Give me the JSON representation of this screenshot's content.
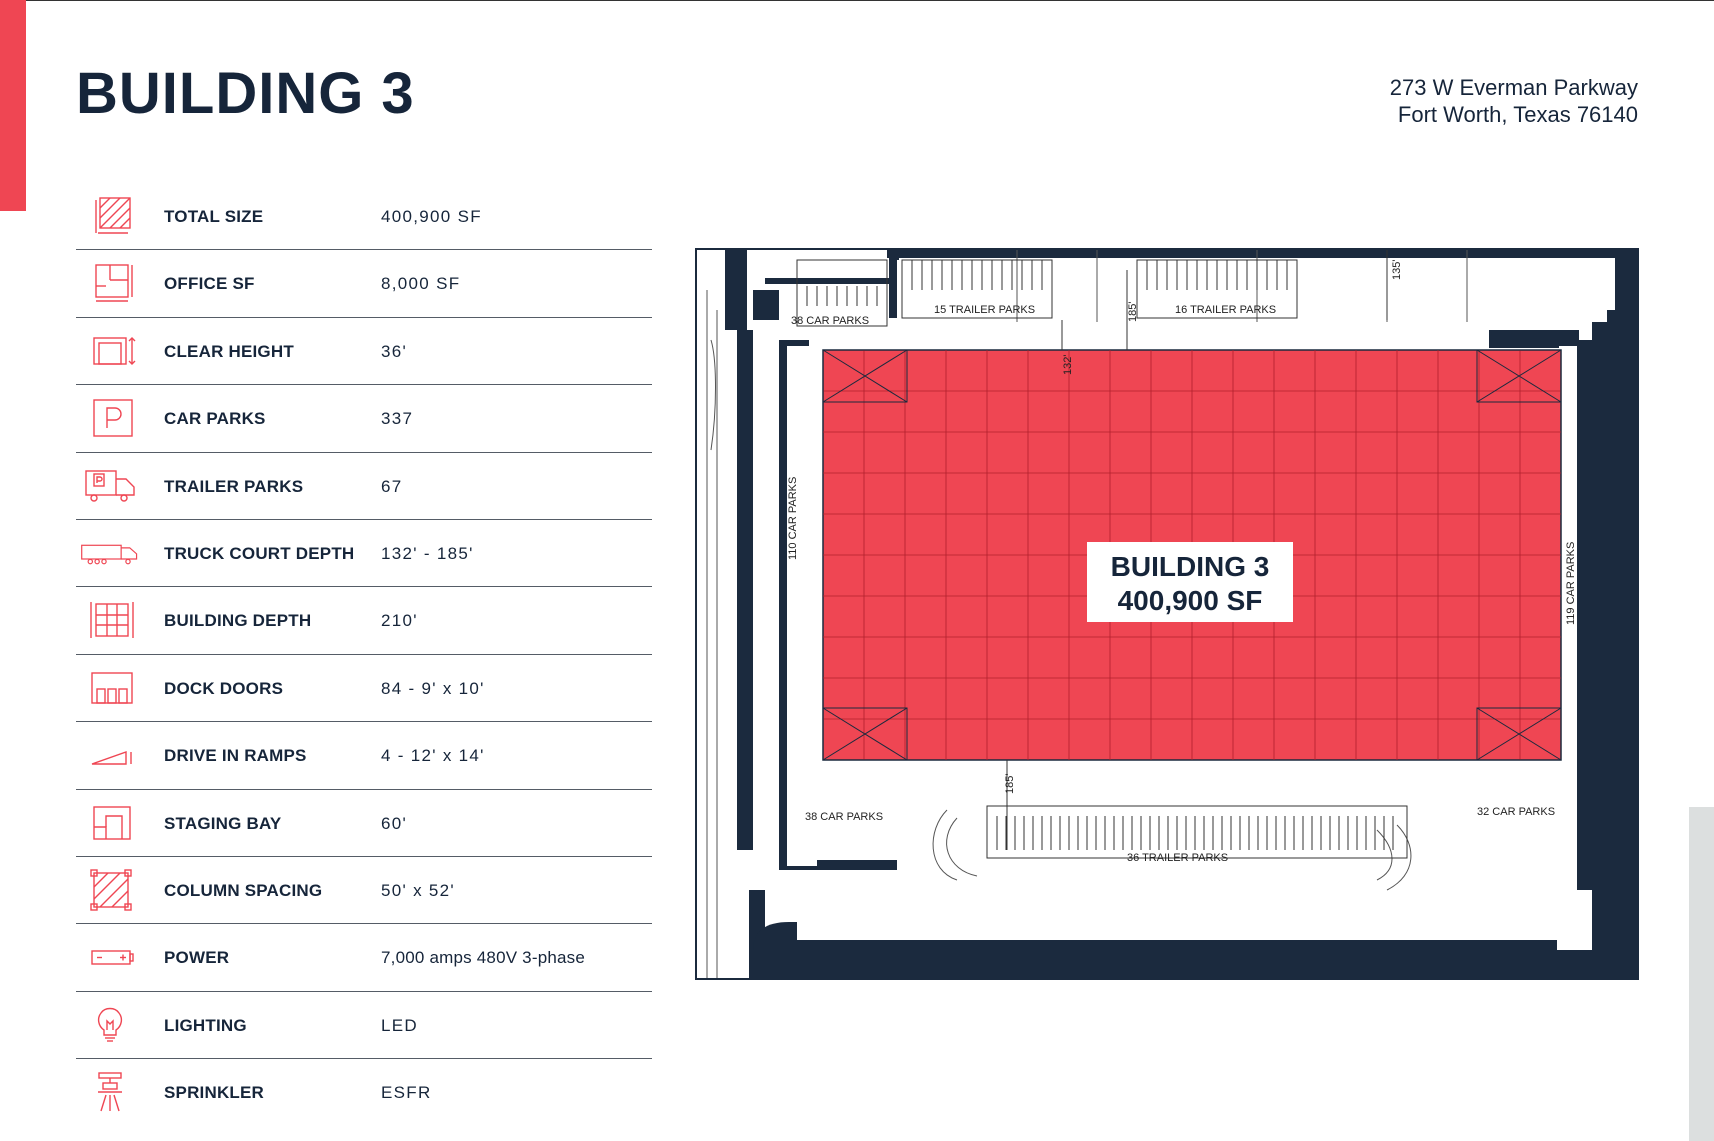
{
  "header": {
    "title": "BUILDING 3",
    "address_line1": "273 W Everman Parkway",
    "address_line2": "Fort Worth, Texas 76140"
  },
  "specs": [
    {
      "icon": "area-icon",
      "label": "TOTAL SIZE",
      "value": "400,900 SF"
    },
    {
      "icon": "office-floorplan-icon",
      "label": "OFFICE SF",
      "value": "8,000 SF"
    },
    {
      "icon": "clear-height-icon",
      "label": "CLEAR HEIGHT",
      "value": "36'"
    },
    {
      "icon": "parking-icon",
      "label": "CAR PARKS",
      "value": "337"
    },
    {
      "icon": "trailer-parking-icon",
      "label": "TRAILER PARKS",
      "value": "67"
    },
    {
      "icon": "truck-icon",
      "label": "TRUCK COURT DEPTH",
      "value": "132' - 185'"
    },
    {
      "icon": "building-depth-icon",
      "label": "BUILDING DEPTH",
      "value": "210'"
    },
    {
      "icon": "dock-doors-icon",
      "label": "DOCK DOORS",
      "value": "84 - 9' x 10'"
    },
    {
      "icon": "ramp-icon",
      "label": "DRIVE IN RAMPS",
      "value": "4 - 12' x 14'"
    },
    {
      "icon": "staging-bay-icon",
      "label": "STAGING BAY",
      "value": "60'"
    },
    {
      "icon": "column-spacing-icon",
      "label": "COLUMN SPACING",
      "value": "50' x 52'"
    },
    {
      "icon": "battery-power-icon",
      "label": "POWER",
      "value": "7,000 amps 480V 3-phase"
    },
    {
      "icon": "lightbulb-icon",
      "label": "LIGHTING",
      "value": "LED"
    },
    {
      "icon": "sprinkler-icon",
      "label": "SPRINKLER",
      "value": "ESFR"
    }
  ],
  "site_plan": {
    "building_label": "BUILDING 3",
    "building_area": "400,900 SF",
    "lots": {
      "car_nw": "38 CAR PARKS",
      "trailer_n1": "15 TRAILER PARKS",
      "trailer_n2": "16 TRAILER PARKS",
      "car_west": "110 CAR PARKS",
      "car_east": "119 CAR PARKS",
      "car_sw": "38 CAR PARKS",
      "trailer_s": "36 TRAILER PARKS",
      "car_se": "32 CAR PARKS"
    },
    "dims": {
      "d185_n": "185'",
      "d132": "132'",
      "d135": "135'",
      "d185_s": "185'"
    }
  },
  "colors": {
    "accent_red": "#ef4653",
    "navy": "#16253a",
    "building_fill": "#ef4653"
  }
}
